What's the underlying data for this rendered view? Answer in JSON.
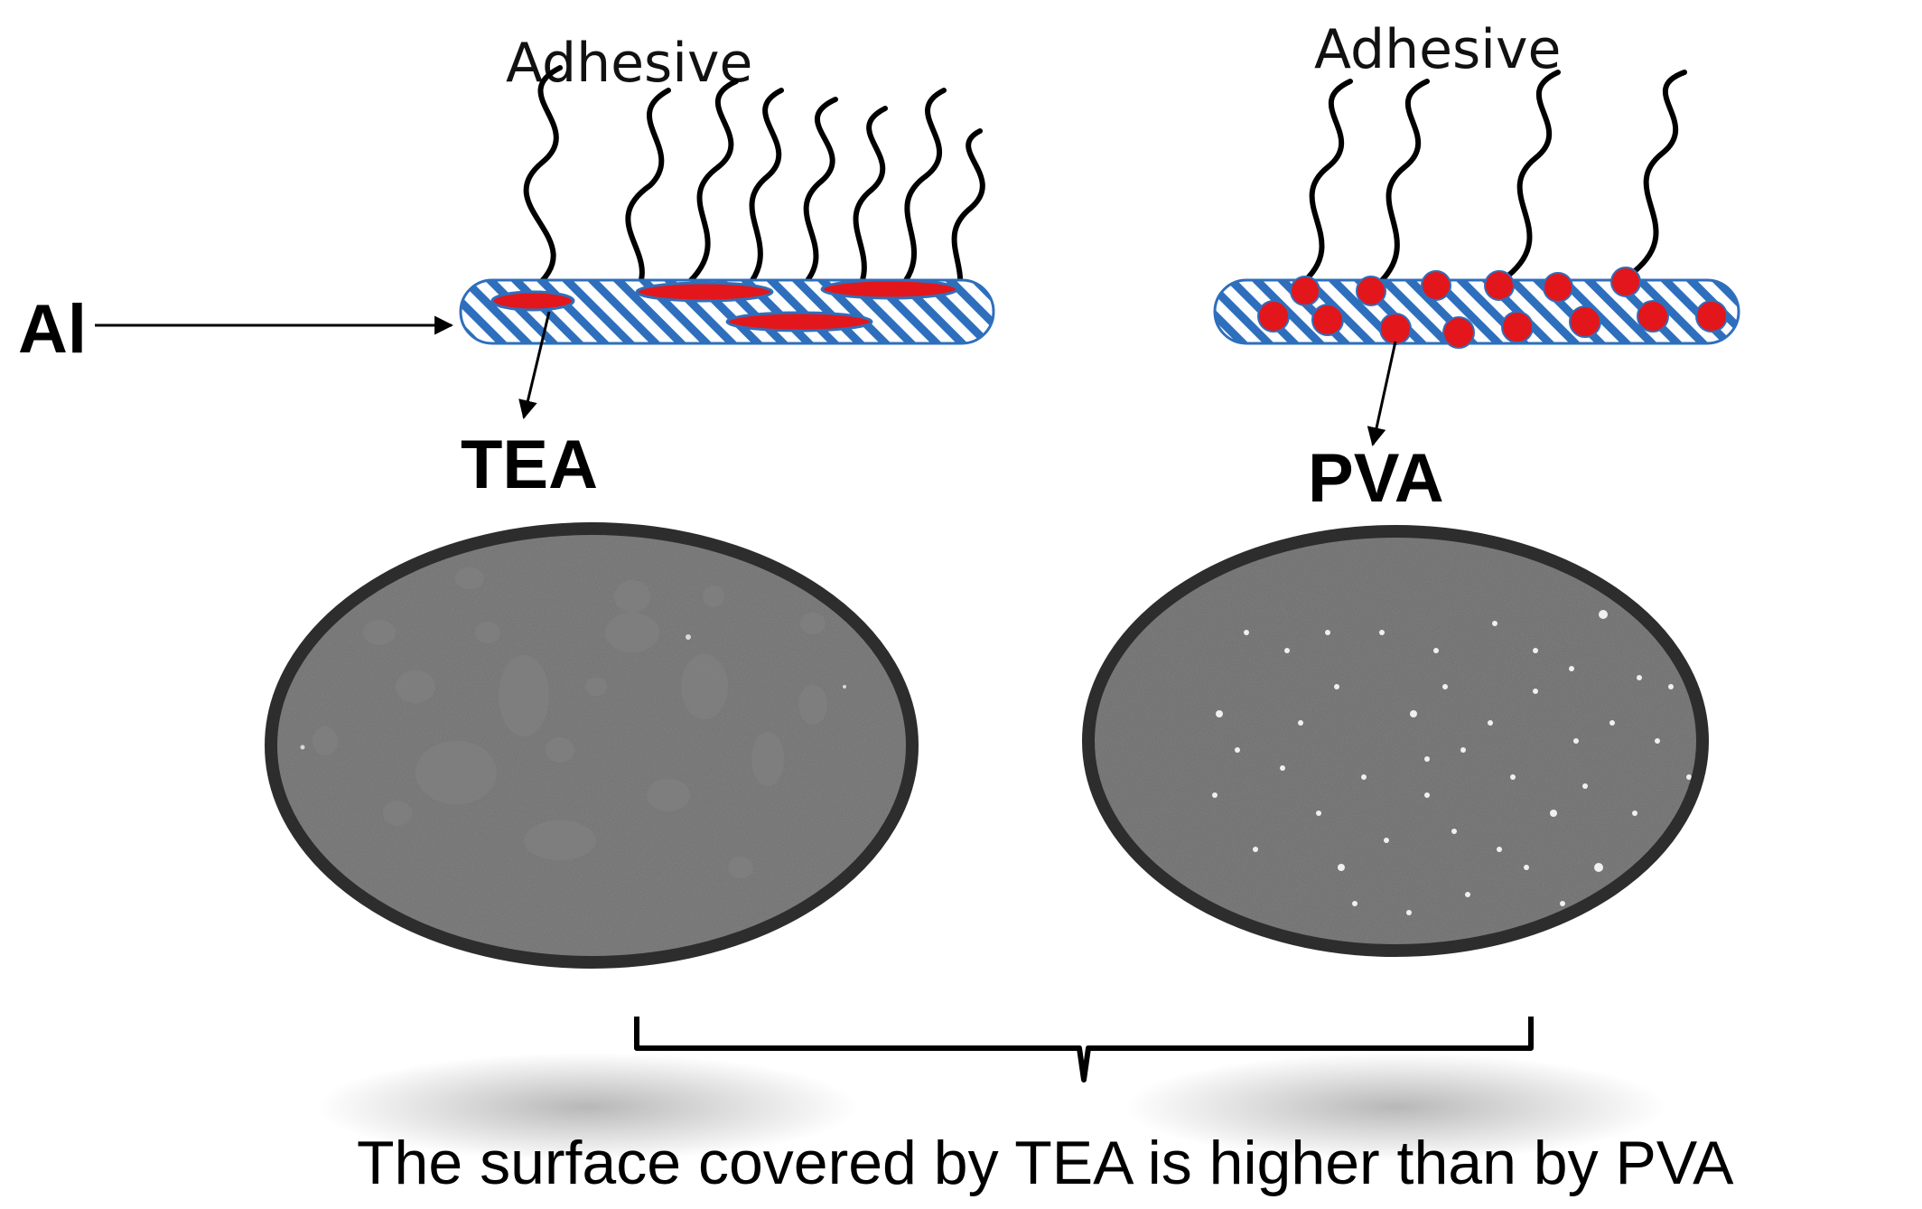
{
  "labels": {
    "adhesive_left": "Adhesive",
    "adhesive_right": "Adhesive",
    "substrate": "Al",
    "coating_left": "TEA",
    "coating_right": "PVA",
    "conclusion": "The surface covered by TEA is higher than by PVA"
  },
  "colors": {
    "substrate_stripe": "#2e6fbd",
    "coating_particle": "#e3161b",
    "micrograph_gray": "#6d6d6d",
    "micrograph_border": "#2d2d2d"
  }
}
